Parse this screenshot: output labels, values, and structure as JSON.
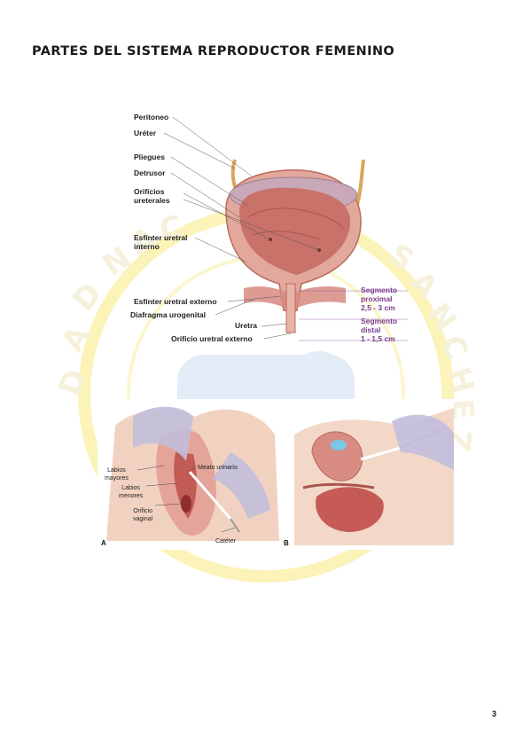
{
  "document": {
    "title": "PARTES DEL SISTEMA REPRODUCTOR FEMENINO",
    "page_number": "3"
  },
  "watermark": {
    "letters": [
      "D",
      "A",
      "D",
      " ",
      "N",
      "A",
      "C",
      "I",
      "O",
      "S",
      "A",
      "N",
      "C",
      "H",
      "E",
      "Z"
    ]
  },
  "figure_bladder": {
    "labels": {
      "peritoneo": "Peritoneo",
      "ureter": "Uréter",
      "pliegues": "Pliegues",
      "detrusor": "Detrusor",
      "orificios_line1": "Orificios",
      "orificios_line2": "ureterales",
      "esfinter_int_line1": "Esfínter uretral",
      "esfinter_int_line2": "interno",
      "esfinter_ext": "Esfínter uretral externo",
      "diafragma": "Diafragma urogenital",
      "uretra": "Uretra",
      "orificio_ext": "Orificio uretral externo",
      "seg_prox_line1": "Segmento",
      "seg_prox_line2": "proximal",
      "seg_prox_line3": "2,5 - 3 cm",
      "seg_dist_line1": "Segmento",
      "seg_dist_line2": "distal",
      "seg_dist_line3": "1 - 1,5 cm"
    }
  },
  "figure_a": {
    "panel_label": "A",
    "labels": {
      "labios_mayores_line1": "Labios",
      "labios_mayores_line2": "mayores",
      "labios_menores_line1": "Labios",
      "labios_menores_line2": "menores",
      "meato": "Meato urinario",
      "orificio_vaginal_line1": "Orificio",
      "orificio_vaginal_line2": "vaginal",
      "cateter": "Catéter"
    }
  },
  "figure_b": {
    "panel_label": "B"
  }
}
